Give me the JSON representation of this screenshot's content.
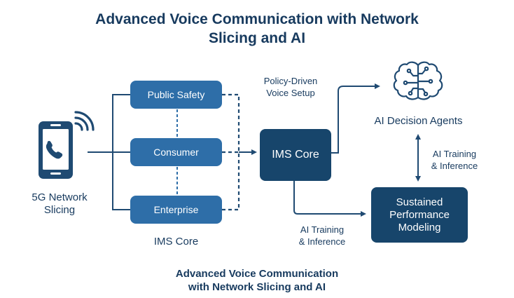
{
  "title": {
    "line1": "Advanced Voice Communication with Network",
    "line2": "Slicing and AI"
  },
  "device": {
    "icon": "smartphone-call-icon",
    "signal_icon": "wireless-signal-icon",
    "label_line1": "5G Network",
    "label_line2": "Slicing"
  },
  "slices": [
    {
      "label": "Public Safety"
    },
    {
      "label": "Consumer"
    },
    {
      "label": "Enterprise"
    }
  ],
  "slices_group_label": "IMS Core",
  "ims_core": {
    "label": "IMS Core"
  },
  "policy_label": {
    "line1": "Policy-Driven",
    "line2": "Voice Setup"
  },
  "ai_agents": {
    "icon": "brain-circuit-icon",
    "label": "AI Decision Agents"
  },
  "training_label_right": {
    "line1": "AI Training",
    "line2": "& Inference"
  },
  "training_label_bottom": {
    "line1": "AI Training",
    "line2": "& Inference"
  },
  "performance": {
    "line1": "Sustained",
    "line2": "Performance",
    "line3": "Modeling"
  },
  "caption": {
    "line1": "Advanced Voice Communication",
    "line2": "with Network Slicing and AI"
  },
  "colors": {
    "navy": "#17456b",
    "slice_blue": "#2e6ea8",
    "text": "#173a5e",
    "line": "#1f4a72"
  }
}
